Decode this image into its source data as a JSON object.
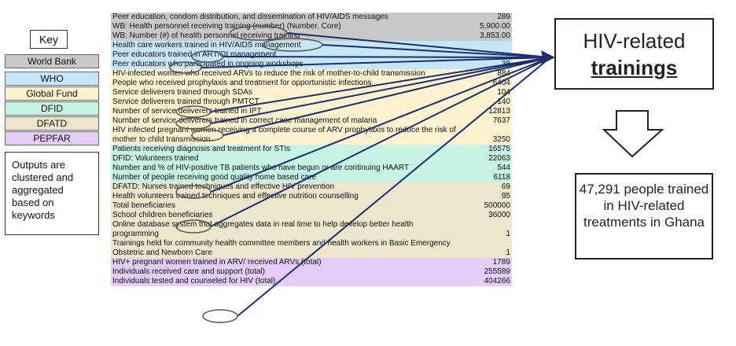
{
  "key": {
    "title": "Key",
    "items": [
      {
        "label": "World Bank",
        "color": "#c9c9c9"
      },
      {
        "label": "WHO",
        "color": "#c6e6f8"
      },
      {
        "label": "Global Fund",
        "color": "#fdf2d0"
      },
      {
        "label": "DFID",
        "color": "#c6f3e3"
      },
      {
        "label": "DFATD",
        "color": "#ece6cc"
      },
      {
        "label": "PEPFAR",
        "color": "#e4cdf6"
      }
    ]
  },
  "note": "Outputs are clustered and aggregated based on keywords",
  "rows": [
    {
      "label": "Peer education, condom distribution, and dissemination of HIV/AIDS messages",
      "value": "289",
      "org": "wb"
    },
    {
      "label": "WB: Health personnel receiving training (number) (Number, Core)",
      "value": "5,900.00",
      "org": "wb"
    },
    {
      "label": "WB: Number (#) of health personnel receiving training",
      "value": "3,853.00",
      "org": "wb"
    },
    {
      "label": "Health care workers trained in HIV/AIDS management",
      "value": "",
      "org": "who"
    },
    {
      "label": "Peer educators trained in ART/OI management",
      "value": "",
      "org": "who"
    },
    {
      "label": "Peer educators who participated in ongoing workshops",
      "value": "38",
      "org": "who"
    },
    {
      "label": "HIV-infected women who received ARVs to reduce the risk of mother-to-child transmission",
      "value": "884",
      "org": "gf"
    },
    {
      "label": "People who received prophylaxis and treatment for opportunistic infections",
      "value": "6404",
      "org": "gf"
    },
    {
      "label": "Service deliverers trained through SDAs",
      "value": "104",
      "org": "gf"
    },
    {
      "label": "Service deliverers trained through PMTCT",
      "value": "140",
      "org": "gf"
    },
    {
      "label": "Number of service deliverers trained in IPT",
      "value": "12813",
      "org": "gf"
    },
    {
      "label": "Number of service deliverers trained in correct case management of malaria",
      "value": "7637",
      "org": "gf"
    },
    {
      "label": "HIV infected pregnant women receiving a complete course of ARV prophylaxis to reduce the risk of mother to child transmission",
      "value": "3250",
      "org": "gf",
      "wrap": true
    },
    {
      "label": "Patients receiving diagnosis and treatment for STIs",
      "value": "16575",
      "org": "dfid"
    },
    {
      "label": "DFID: Volunteers trained",
      "value": "22063",
      "org": "dfid"
    },
    {
      "label": "Number and % of HIV-positive TB patients who have begun or are continuing HAART",
      "value": "544",
      "org": "dfid"
    },
    {
      "label": "Number of people receiving good quality home based care",
      "value": "6118",
      "org": "dfid"
    },
    {
      "label": "DFATD: Nurses trained techniques and effective HIV prevention",
      "value": "69",
      "org": "dfatd"
    },
    {
      "label": "Health volunteers trained techniques and effective nutrition counselling",
      "value": "95",
      "org": "dfatd"
    },
    {
      "label": "Total beneficiaries",
      "value": "500000",
      "org": "dfatd"
    },
    {
      "label": "School children beneficiaries",
      "value": "36000",
      "org": "dfatd"
    },
    {
      "label": "Online database system that aggregates data in real time to help develop better health programming",
      "value": "1",
      "org": "dfatd",
      "wrap": true
    },
    {
      "label": "Trainings held for community health committee members and health workers in Basic Emergency Obstetric and Newborn Care",
      "value": "1",
      "org": "dfatd",
      "wrap": true
    },
    {
      "label": "HIV+ pregnant women trained in ARV/ received ARVs (total)",
      "value": "1789",
      "org": "pepfar"
    },
    {
      "label": "Individuals received care and support (total)",
      "value": "255589",
      "org": "pepfar"
    },
    {
      "label": "Individuals tested and counseled for HIV (total)",
      "value": "404266",
      "org": "pepfar"
    }
  ],
  "title_box": {
    "line1": "HIV-related",
    "line2": "trainings"
  },
  "result": "47,291 people trained in HIV-related treatments in Ghana"
}
